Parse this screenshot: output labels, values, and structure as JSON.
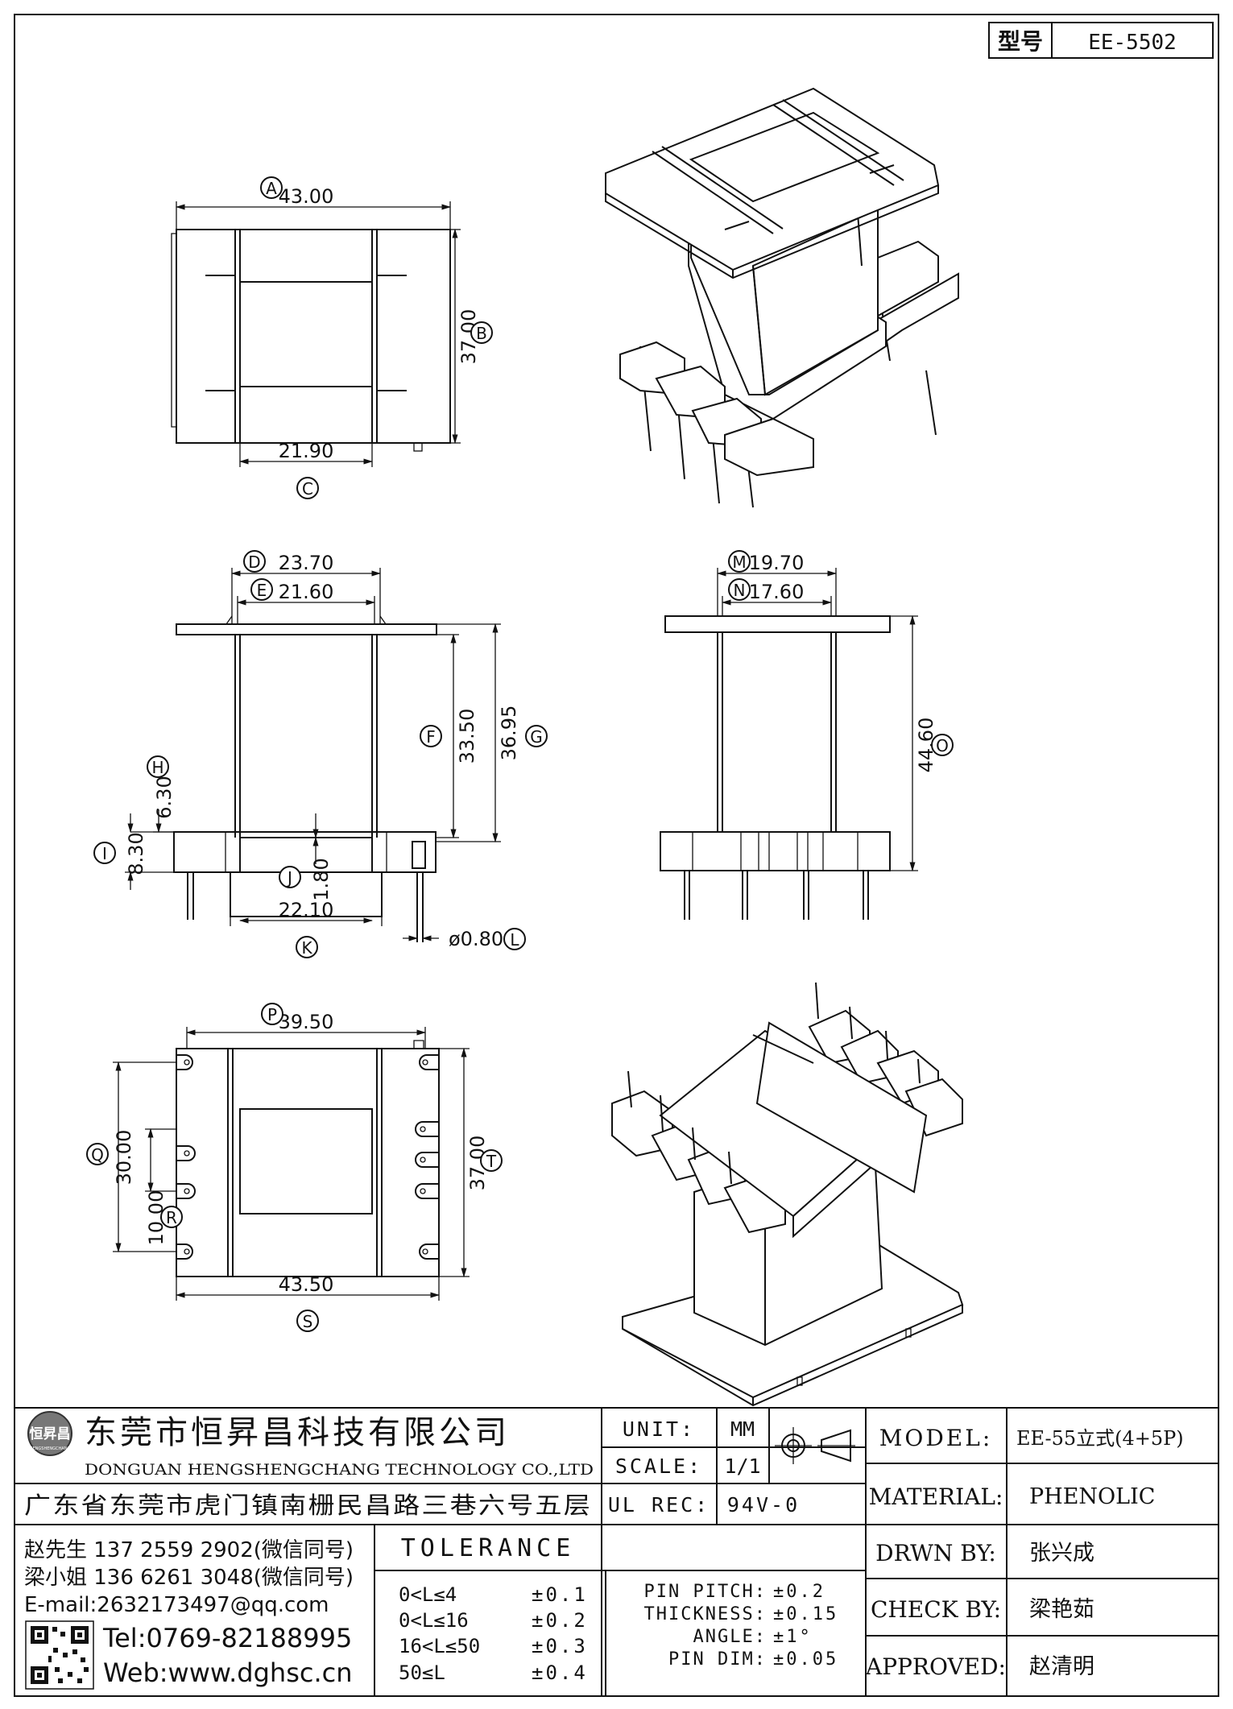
{
  "title_block": {
    "model_label": "型号",
    "model_value": "EE-5502"
  },
  "dimensions": {
    "A": {
      "letter": "A",
      "value": "43.00"
    },
    "B": {
      "letter": "B",
      "value": "37.00"
    },
    "C": {
      "letter": "C",
      "value": "21.90"
    },
    "D": {
      "letter": "D",
      "value": "23.70"
    },
    "E": {
      "letter": "E",
      "value": "21.60"
    },
    "F": {
      "letter": "F",
      "value": "33.50"
    },
    "G": {
      "letter": "G",
      "value": "36.95"
    },
    "H": {
      "letter": "H",
      "value": "6.30"
    },
    "I": {
      "letter": "I",
      "value": "8.30"
    },
    "J": {
      "letter": "J",
      "value": "1.80"
    },
    "K": {
      "letter": "K",
      "value": "22.10"
    },
    "L": {
      "letter": "L",
      "value": "ø0.80"
    },
    "M": {
      "letter": "M",
      "value": "19.70"
    },
    "N": {
      "letter": "N",
      "value": "17.60"
    },
    "O": {
      "letter": "O",
      "value": "44.60"
    },
    "P": {
      "letter": "P",
      "value": "39.50"
    },
    "Q": {
      "letter": "Q",
      "value": "30.00"
    },
    "R": {
      "letter": "R",
      "value": "10.00"
    },
    "S": {
      "letter": "S",
      "value": "43.50"
    },
    "T": {
      "letter": "T",
      "value": "37.00"
    }
  },
  "company": {
    "logo_text": "恒昇昌",
    "logo_subtext": "HENGSHENGCHANG",
    "name_cn": "东莞市恒昇昌科技有限公司",
    "name_en": "DONGUAN HENGSHENGCHANG TECHNOLOGY CO.,LTD",
    "address": "广东省东莞市虎门镇南栅民昌路三巷六号五层",
    "contact1": "赵先生 137 2559 2902(微信同号)",
    "contact2": "梁小姐 136 6261 3048(微信同号)",
    "email": "E-mail:2632173497@qq.com",
    "tel": "Tel:0769-82188995",
    "web": "Web:www.dghsc.cn"
  },
  "spec": {
    "unit_label": "UNIT:",
    "unit_value": "MM",
    "scale_label": "SCALE:",
    "scale_value": "1/1",
    "ulrec_label": "UL REC:",
    "ulrec_value": "94V-0"
  },
  "tolerance": {
    "title": "TOLERANCE",
    "ranges": [
      {
        "range": "0<L≤4",
        "value": "±0.1"
      },
      {
        "range": "0<L≤16",
        "value": "±0.2"
      },
      {
        "range": "16<L≤50",
        "value": "±0.3"
      },
      {
        "range": "50≤L",
        "value": "±0.4"
      }
    ],
    "items": [
      {
        "label": "PIN PITCH:",
        "value": "±0.2"
      },
      {
        "label": "THICKNESS:",
        "value": "±0.15"
      },
      {
        "label": "ANGLE:",
        "value": "±1°"
      },
      {
        "label": "PIN DIM:",
        "value": "±0.05"
      }
    ]
  },
  "info": {
    "model_label": "MODEL:",
    "model_value": "EE-55立式(4+5P)",
    "material_label": "MATERIAL:",
    "material_value": "PHENOLIC",
    "drawn_label": "DRWN BY:",
    "drawn_value": "张兴成",
    "check_label": "CHECK BY:",
    "check_value": "梁艳茹",
    "approved_label": "APPROVED:",
    "approved_value": "赵清明"
  }
}
